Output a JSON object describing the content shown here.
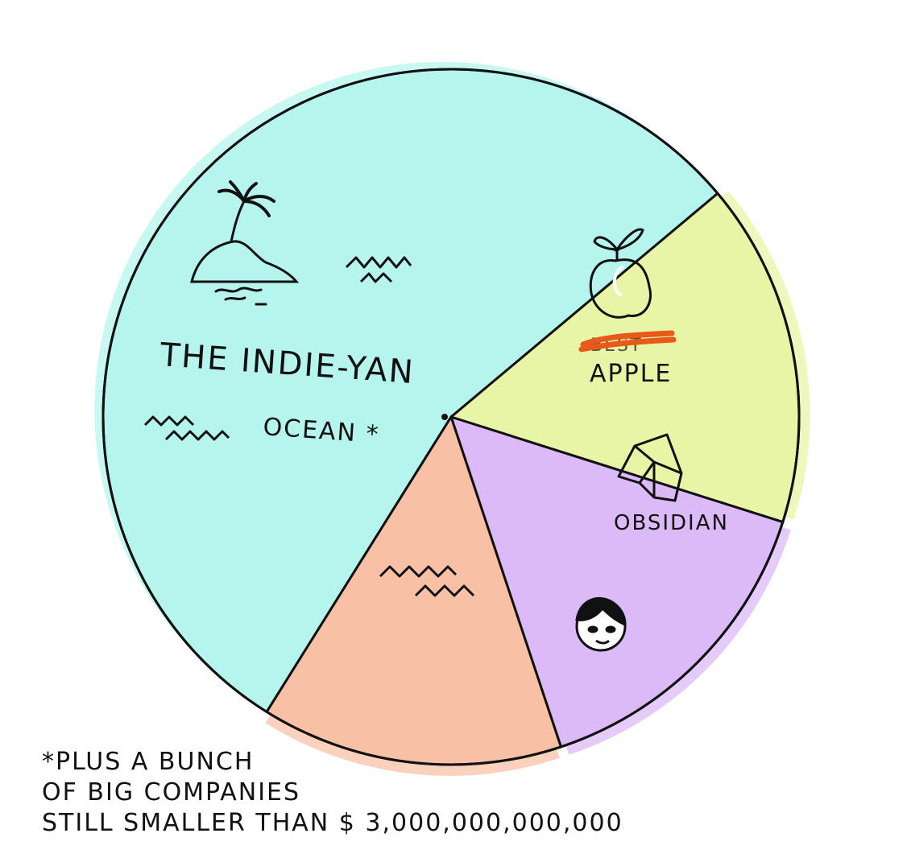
{
  "chart_data": {
    "type": "pie",
    "slices": [
      {
        "label": "THE INDIE-YAN OCEAN *",
        "share": 0.55,
        "color": "#b5f5ee",
        "icon": "island-palm-tree-icon"
      },
      {
        "label": "APPLE",
        "struck_label": "BEST",
        "share": 0.16,
        "color": "#e9f5a6",
        "icon": "seedling-apple-icon"
      },
      {
        "label": "OBSIDIAN",
        "share": 0.15,
        "color": "#dcb9f7",
        "icon": "obsidian-crystal-icon"
      },
      {
        "label": "",
        "share": 0.14,
        "color": "#f8c1a6",
        "icon": "smiling-face-icon"
      }
    ]
  },
  "labels": {
    "indie_line1": "THE INDIE-YAN",
    "indie_line2": "OCEAN *",
    "apple_struck": "BEST",
    "apple": "APPLE",
    "obsidian": "OBSIDIAN"
  },
  "footnote": {
    "line1": "*PLUS A BUNCH",
    "line2": "OF BIG COMPANIES",
    "line3": "STILL SMALLER THAN $ 3,000,000,000,000"
  },
  "colors": {
    "outline": "#111111",
    "strike": "#e85a1a"
  }
}
